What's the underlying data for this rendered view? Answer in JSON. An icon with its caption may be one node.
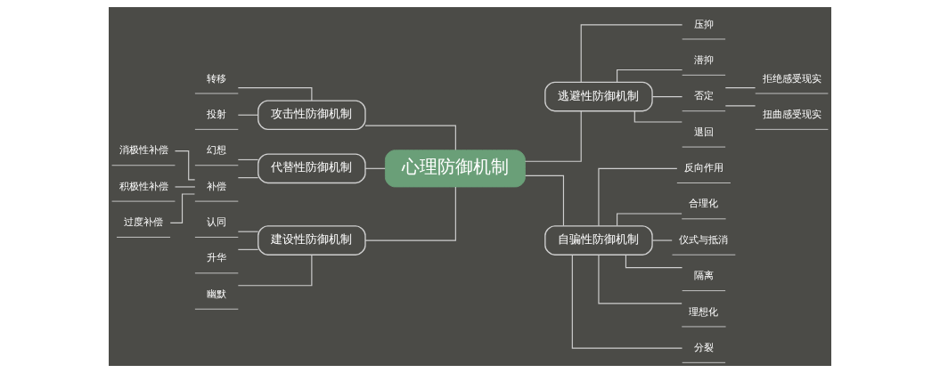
{
  "diagram": {
    "nodes": [
      {
        "text": [
          "心理防御机制"
        ]
      },
      {
        "text": [
          "攻击性防御机制"
        ]
      },
      {
        "text": [
          "转移"
        ]
      },
      {
        "text": [
          "投射"
        ]
      },
      {
        "text": [
          "代替性防御机制"
        ]
      },
      {
        "text": [
          "幻想"
        ]
      },
      {
        "text": [
          "补偿"
        ]
      },
      {
        "text": [
          "消极性补偿"
        ]
      },
      {
        "text": [
          "积极性补偿"
        ]
      },
      {
        "text": [
          "过度补偿"
        ]
      },
      {
        "text": [
          "建设性防御机制"
        ]
      },
      {
        "text": [
          "认同"
        ]
      },
      {
        "text": [
          "升华"
        ]
      },
      {
        "text": [
          "幽默"
        ]
      },
      {
        "text": [
          "逃避性防御机制"
        ]
      },
      {
        "text": [
          "压抑"
        ]
      },
      {
        "text": [
          "潜抑"
        ]
      },
      {
        "text": [
          "否定"
        ]
      },
      {
        "text": [
          "拒绝感受现实"
        ]
      },
      {
        "text": [
          "扭曲感受现实"
        ]
      },
      {
        "text": [
          "退回"
        ]
      },
      {
        "text": [
          "自骗性防御机制"
        ]
      },
      {
        "text": [
          "反向作用"
        ]
      },
      {
        "text": [
          "合理化"
        ]
      },
      {
        "text": [
          "仪式与抵消"
        ]
      },
      {
        "text": [
          "隔离"
        ]
      },
      {
        "text": [
          "理想化"
        ]
      },
      {
        "text": [
          "分裂"
        ]
      }
    ],
    "edges": [
      {
        "from": 1,
        "to": 0,
        "arrow": "none"
      },
      {
        "from": 2,
        "to": 1,
        "arrow": "none"
      },
      {
        "from": 3,
        "to": 1,
        "arrow": "none"
      },
      {
        "from": 4,
        "to": 0,
        "arrow": "none"
      },
      {
        "from": 5,
        "to": 4,
        "arrow": "none"
      },
      {
        "from": 6,
        "to": 4,
        "arrow": "none"
      },
      {
        "from": 7,
        "to": 6,
        "arrow": "none"
      },
      {
        "from": 8,
        "to": 6,
        "arrow": "none"
      },
      {
        "from": 9,
        "to": 6,
        "arrow": "none"
      },
      {
        "from": 10,
        "to": 0,
        "arrow": "none"
      },
      {
        "from": 11,
        "to": 10,
        "arrow": "none"
      },
      {
        "from": 12,
        "to": 10,
        "arrow": "none"
      },
      {
        "from": 13,
        "to": 10,
        "arrow": "none"
      },
      {
        "from": 0,
        "to": 14,
        "arrow": "none"
      },
      {
        "from": 14,
        "to": 15,
        "arrow": "none"
      },
      {
        "from": 14,
        "to": 16,
        "arrow": "none"
      },
      {
        "from": 14,
        "to": 17,
        "arrow": "none"
      },
      {
        "from": 17,
        "to": 18,
        "arrow": "none"
      },
      {
        "from": 17,
        "to": 19,
        "arrow": "none"
      },
      {
        "from": 14,
        "to": 20,
        "arrow": "none"
      },
      {
        "from": 0,
        "to": 21,
        "arrow": "none"
      },
      {
        "from": 21,
        "to": 22,
        "arrow": "none"
      },
      {
        "from": 21,
        "to": 23,
        "arrow": "none"
      },
      {
        "from": 21,
        "to": 24,
        "arrow": "none"
      },
      {
        "from": 21,
        "to": 25,
        "arrow": "none"
      },
      {
        "from": 21,
        "to": 26,
        "arrow": "none"
      },
      {
        "from": 21,
        "to": 27,
        "arrow": "none"
      }
    ]
  }
}
